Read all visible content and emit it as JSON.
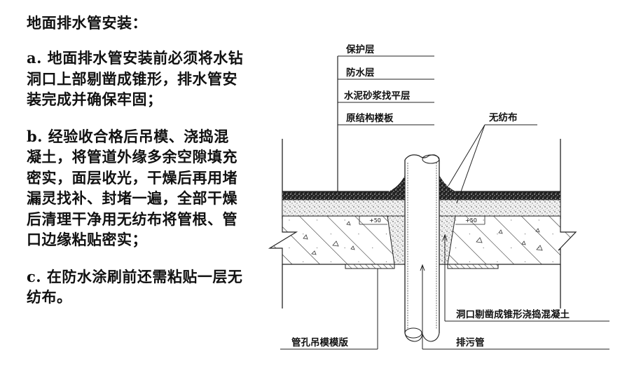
{
  "text": {
    "heading": "地面排水管安装：",
    "paragraphs": [
      "a. 地面排水管安装前必须将水钻洞口上部剔凿成锥形，排水管安装完成并确保牢固；",
      "b. 经验收合格后吊模、浇捣混凝土，将管道外缘多余空隙填充密实，面层收光，干燥后再用堵漏灵找补、封堵一遍，全部干燥后清理干净用无纺布将管根、管口边缘粘贴密实；",
      "c. 在防水涂刷前还需粘贴一层无纺布。"
    ]
  },
  "diagram": {
    "layer_labels": [
      "保护层",
      "防水层",
      "水泥砂浆找平层",
      "原结构楼板"
    ],
    "nonwoven_label": "无纺布",
    "cone_concrete_label": "洞口剔凿成锥形浇捣混凝土",
    "formwork_label": "管孔吊模模版",
    "pipe_label": "排污管",
    "dimension_left": "+50",
    "dimension_right": "+50"
  }
}
